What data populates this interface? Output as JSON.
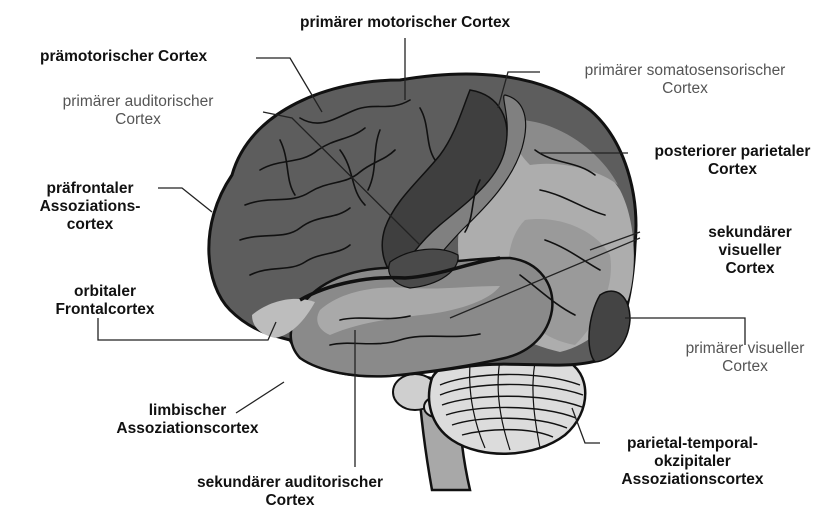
{
  "labels": {
    "primary_motor": "primärer motorischer Cortex",
    "premotor": "prämotorischer Cortex",
    "primary_auditory": [
      "primärer auditorischer",
      "Cortex"
    ],
    "primary_somatosensory": [
      "primärer somatosensorischer",
      "Cortex"
    ],
    "posterior_parietal": [
      "posteriorer parietaler",
      "Cortex"
    ],
    "prefrontal": [
      "präfrontaler",
      "Assoziations-",
      "cortex"
    ],
    "secondary_visual": [
      "sekundärer",
      "visueller",
      "Cortex"
    ],
    "orbital_frontal": [
      "orbitaler",
      "Frontalcortex"
    ],
    "primary_visual": [
      "primärer visueller",
      "Cortex"
    ],
    "limbic": [
      "limbischer",
      "Assoziationscortex"
    ],
    "parietal_temporal_occipital": [
      "parietal-temporal-",
      "okzipitaler",
      "Assoziationscortex"
    ],
    "secondary_auditory": [
      "sekundärer auditorischer",
      "Cortex"
    ]
  },
  "colors": {
    "outline": "#111111",
    "cortex_dark": "#5a5a5a",
    "cortex_mid": "#888888",
    "cortex_light": "#b3b3b3",
    "motor_strip": "#3f3f3f",
    "label_bold": "#111111",
    "label_grey": "#555555"
  }
}
